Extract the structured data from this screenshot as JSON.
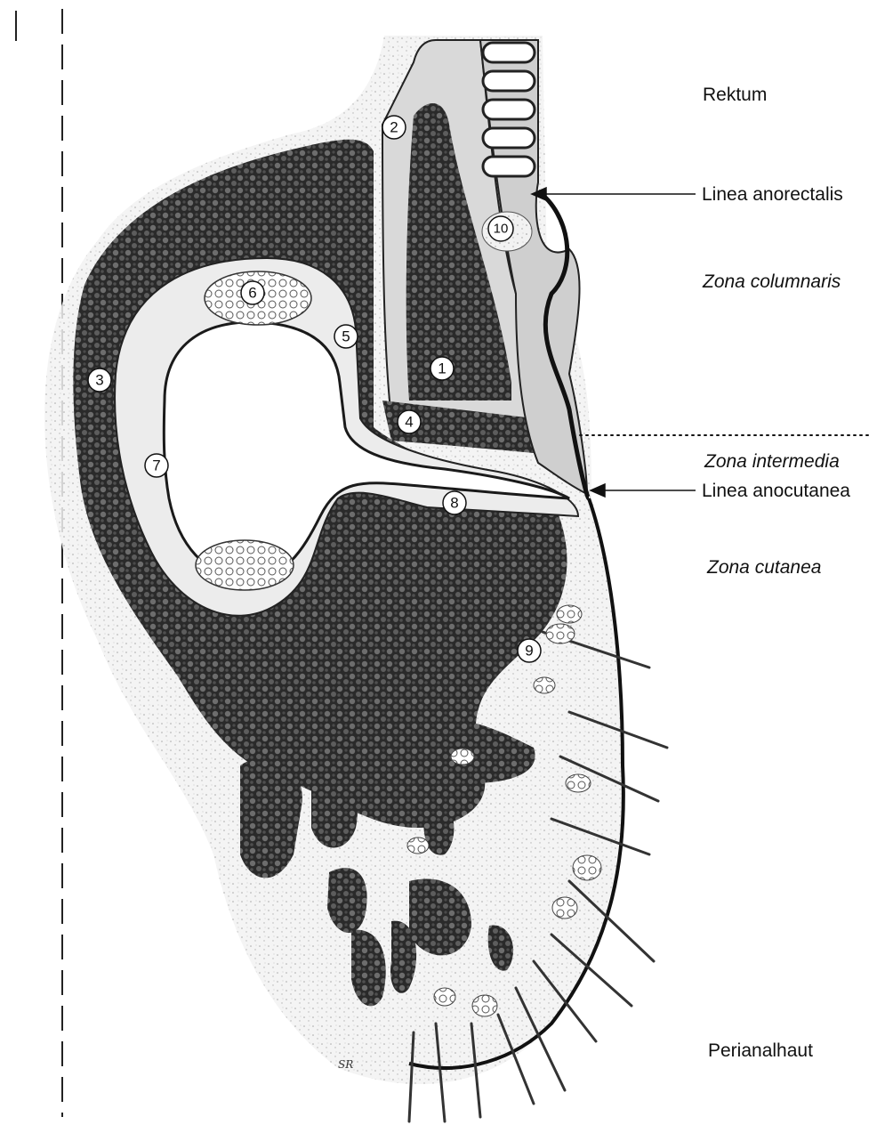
{
  "labels": {
    "rektum": "Rektum",
    "linea_anorectalis": "Linea anorectalis",
    "zona_columnaris": "Zona columnaris",
    "zona_intermedia": "Zona intermedia",
    "linea_anocutanea": "Linea anocutanea",
    "zona_cutanea": "Zona cutanea",
    "perianalhaut": "Perianalhaut"
  },
  "markers": [
    "1",
    "2",
    "3",
    "4",
    "5",
    "6",
    "7",
    "8",
    "9",
    "10"
  ],
  "signature": "SR"
}
